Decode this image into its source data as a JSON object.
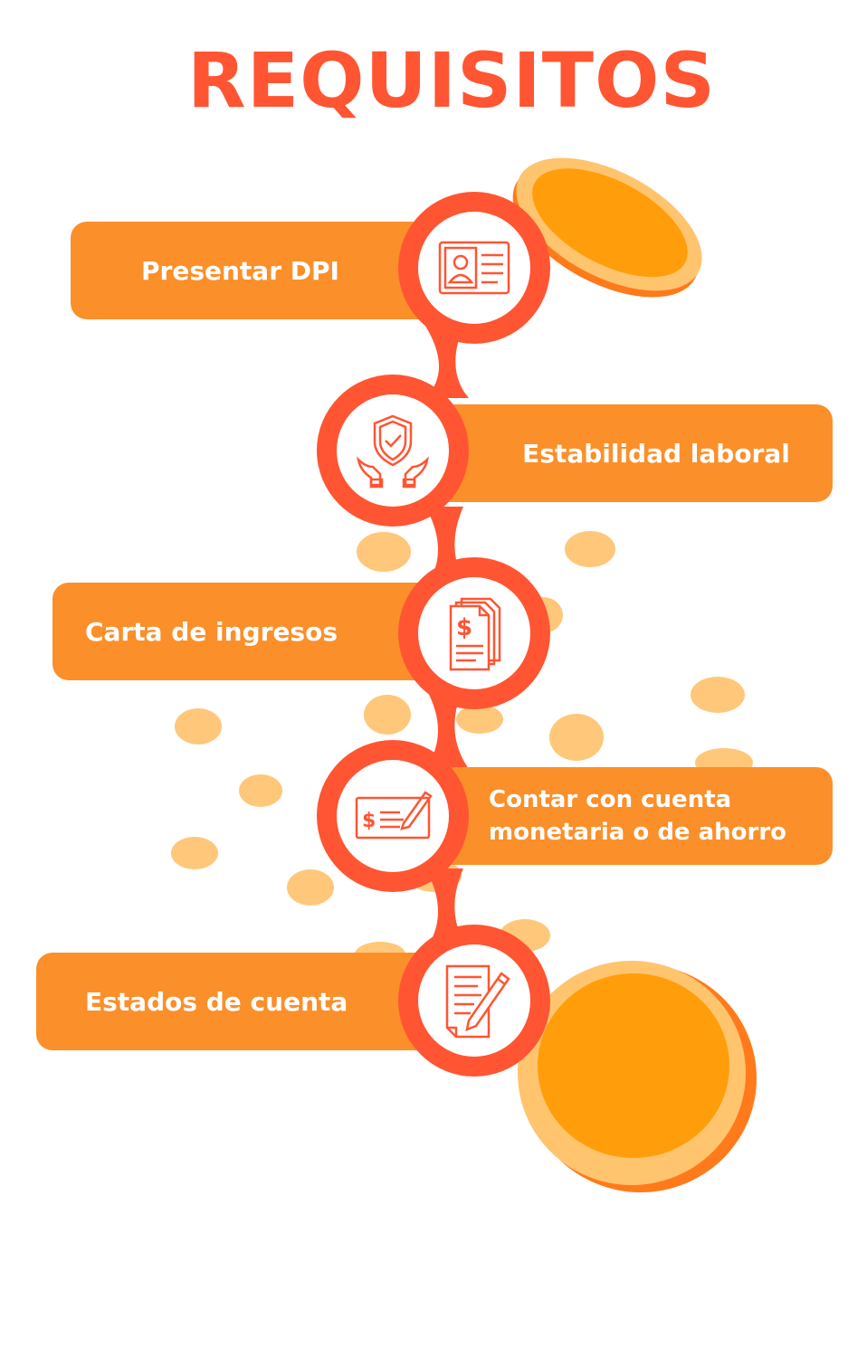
{
  "title": "REQUISITOS",
  "colors": {
    "title": "#ff5532",
    "pill": "#fb8f2a",
    "ring": "#ff5532",
    "coin": "#ff9e0a",
    "coin_rim": "#ffc46e",
    "crumb": "#ffc77a"
  },
  "steps": [
    {
      "label": "Presentar DPI",
      "icon": "id-card-icon"
    },
    {
      "label": "Estabilidad laboral",
      "icon": "shield-hands-icon"
    },
    {
      "label": "Carta de ingresos",
      "icon": "dollar-documents-icon"
    },
    {
      "label": "Contar con cuenta\nmonetaria o de ahorro",
      "icon": "check-pen-icon"
    },
    {
      "label": "Estados de cuenta",
      "icon": "document-pen-icon"
    }
  ]
}
